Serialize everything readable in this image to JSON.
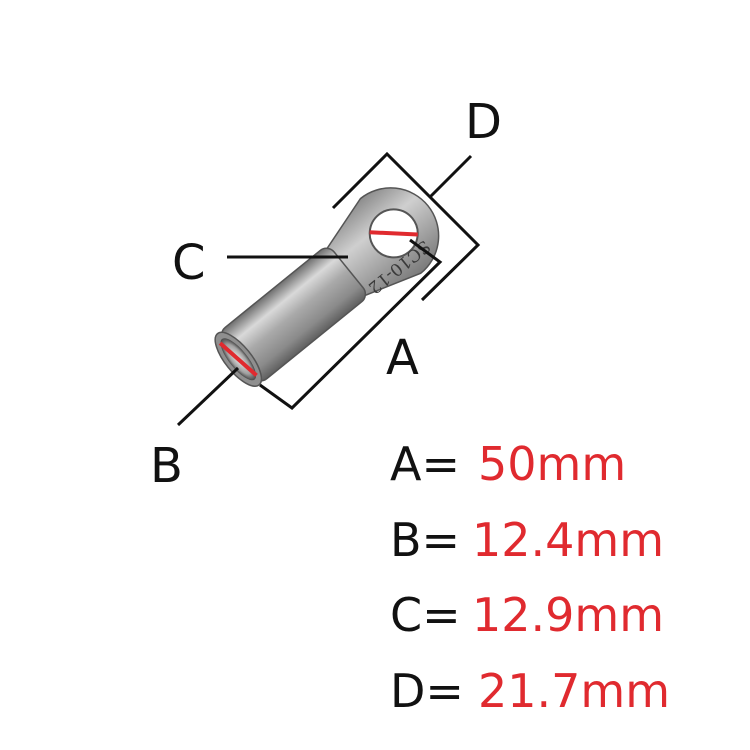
{
  "diagram": {
    "product": {
      "stamp_text": "SC10-12"
    },
    "callouts": [
      {
        "id": "a",
        "letter": "A"
      },
      {
        "id": "b",
        "letter": "B"
      },
      {
        "id": "c",
        "letter": "C"
      },
      {
        "id": "d",
        "letter": "D"
      }
    ],
    "dimensions": [
      {
        "key": "A=",
        "value": "50mm"
      },
      {
        "key": "B=",
        "value": "12.4mm"
      },
      {
        "key": "C=",
        "value": "12.9mm"
      },
      {
        "key": "D=",
        "value": "21.7mm"
      }
    ],
    "colors": {
      "line": "#111111",
      "accent": "#e02a2f"
    }
  }
}
